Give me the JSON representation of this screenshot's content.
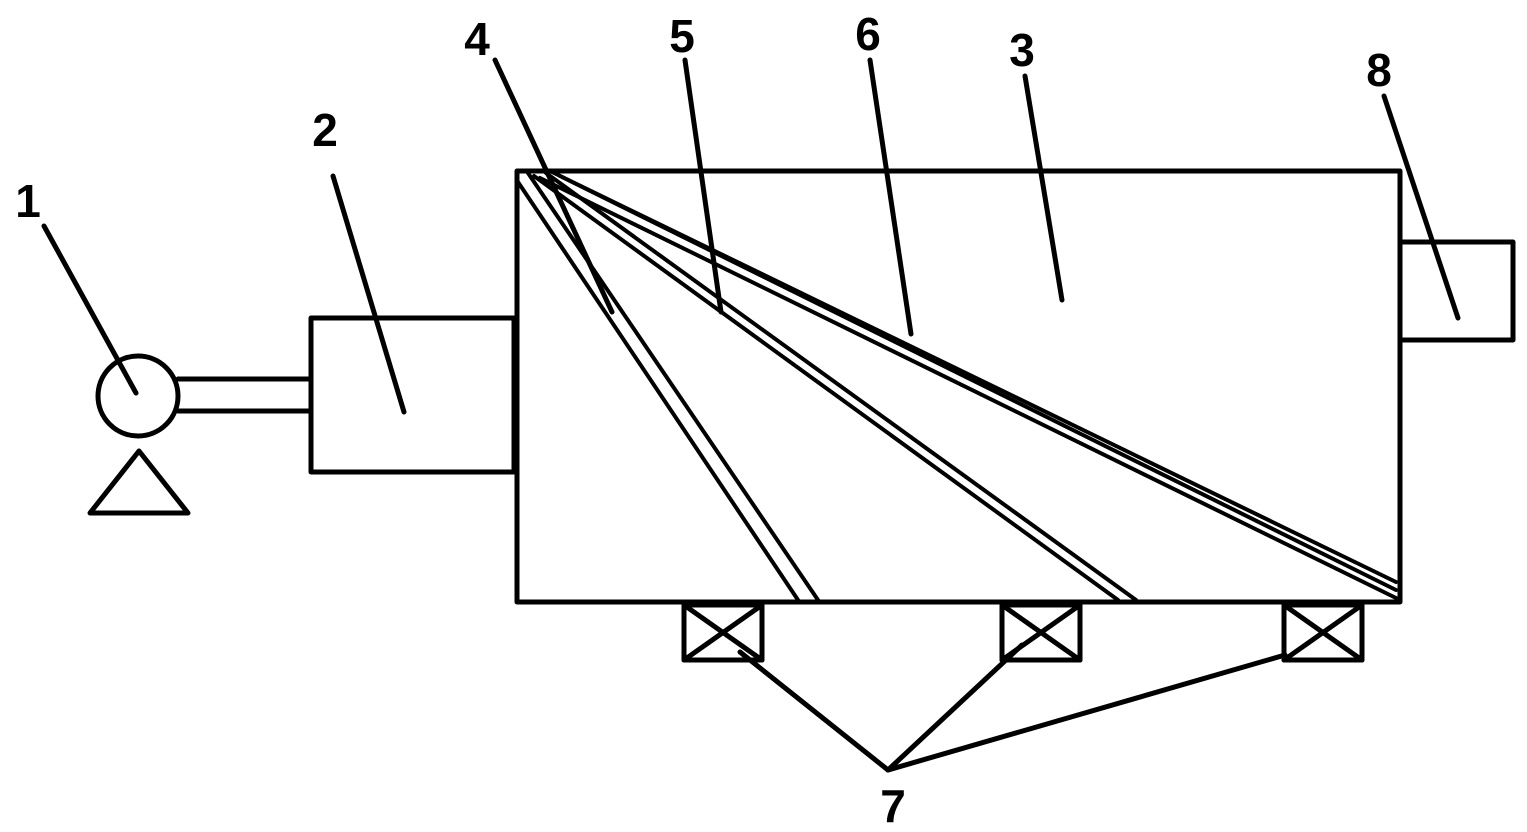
{
  "labels": {
    "pump": "1",
    "preheater": "2",
    "chamber": "3",
    "inlet": "4",
    "plate_inner": "5",
    "plate_outer": "6",
    "valves": "7",
    "outlet": "8"
  }
}
